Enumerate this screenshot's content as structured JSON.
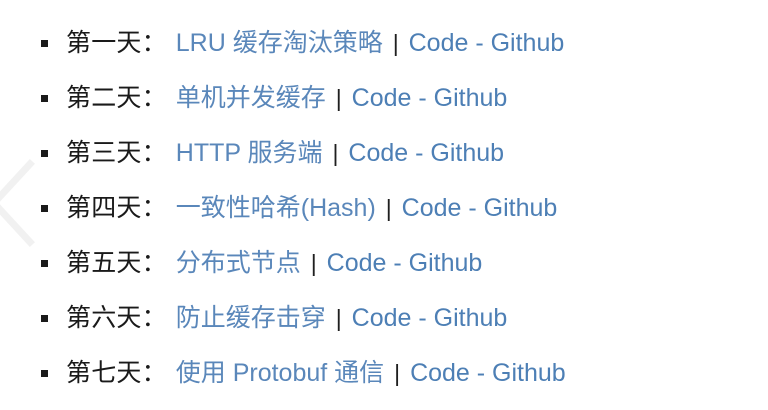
{
  "page": {
    "background_color": "#ffffff",
    "link_color": "#5a87ba",
    "code_link_color": "#4d7fb5",
    "label_color": "#1a1a1a",
    "separator_color": "#1f1f1f",
    "bullet_color": "#1a1a1a",
    "watermark_color": "#f0f0f0",
    "watermark_icon": "chevron-left-icon"
  },
  "list": {
    "bullet_glyph": "■",
    "separator": "|",
    "items": [
      {
        "label": "第一天：",
        "title": "LRU 缓存淘汰策略",
        "code_label": "Code - Github"
      },
      {
        "label": "第二天：",
        "title": "单机并发缓存",
        "code_label": "Code - Github"
      },
      {
        "label": "第三天：",
        "title": "HTTP 服务端",
        "code_label": "Code - Github"
      },
      {
        "label": "第四天：",
        "title": "一致性哈希(Hash)",
        "code_label": "Code - Github"
      },
      {
        "label": "第五天：",
        "title": "分布式节点",
        "code_label": "Code - Github"
      },
      {
        "label": "第六天：",
        "title": "防止缓存击穿",
        "code_label": "Code - Github"
      },
      {
        "label": "第七天：",
        "title": "使用 Protobuf 通信",
        "code_label": "Code - Github"
      }
    ]
  }
}
